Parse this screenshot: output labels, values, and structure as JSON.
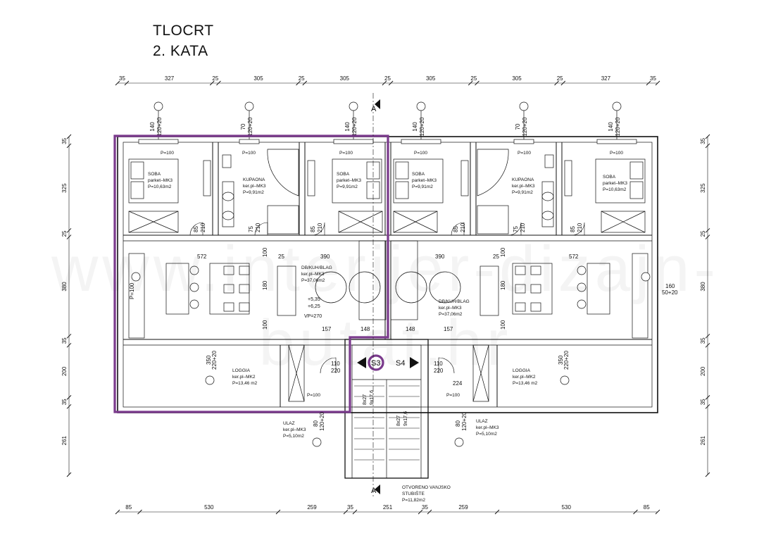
{
  "title": {
    "line1": "TLOCRT",
    "line2": "2. KATA"
  },
  "watermark": "www.interijer-dizajn-butat.hr",
  "colors": {
    "highlight": "#7a3a8c",
    "line": "#111111"
  },
  "dims_top": [
    "35",
    "327",
    "25",
    "305",
    "25",
    "305",
    "25",
    "305",
    "25",
    "305",
    "25",
    "327",
    "35"
  ],
  "dims_bottom": [
    "85",
    "530",
    "259",
    "35",
    "251",
    "35",
    "259",
    "530",
    "85"
  ],
  "dims_left": [
    "35",
    "325",
    "25",
    "380",
    "35",
    "200",
    "35",
    "261"
  ],
  "dims_right": [
    "35",
    "325",
    "25",
    "380",
    "35",
    "200",
    "35",
    "261"
  ],
  "windows_top": [
    {
      "w": "140",
      "h": "120+20"
    },
    {
      "w": "70",
      "h": "120+20"
    },
    {
      "w": "140",
      "h": "120+20"
    },
    {
      "w": "140",
      "h": "120+20"
    },
    {
      "w": "70",
      "h": "120+20"
    },
    {
      "w": "140",
      "h": "120+20"
    }
  ],
  "rooms": {
    "soba_left": {
      "name": "SOBA",
      "floor": "parket–MK3",
      "area": "P=10,63m2"
    },
    "kupaona_left": {
      "name": "KUPAONA",
      "floor": "ker.pl–MK3",
      "area": "P=9,91m2"
    },
    "soba_mid_left": {
      "name": "SOBA",
      "floor": "parket–MK3",
      "area": "P=9,91m2"
    },
    "soba_mid_right": {
      "name": "SOBA",
      "floor": "parket–MK3",
      "area": "P=9,91m2"
    },
    "kupaona_right": {
      "name": "KUPAONA",
      "floor": "ker.pl–MK3",
      "area": "P=9,91m2"
    },
    "soba_right": {
      "name": "SOBA",
      "floor": "parket–MK3",
      "area": "P=10,63m2"
    },
    "dnevni_left": {
      "name": "DB/KUH/BLAG",
      "floor": "ker.pl–MK3",
      "area": "P=37,06m2"
    },
    "dnevni_right": {
      "name": "DB/KUH/BLAG",
      "floor": "ker.pl–MK3",
      "area": "P=37,06m2"
    },
    "loggia_left": {
      "name": "LOGGIA",
      "floor": "ker.pl–MK2",
      "area": "P=13,46  m2"
    },
    "loggia_right": {
      "name": "LOGGIA",
      "floor": "ker.pl–MK2",
      "area": "P=13,46  m2"
    },
    "ulaz_left": {
      "name": "ULAZ",
      "floor": "ker.pl–MK3",
      "area": "P=5,10m2"
    },
    "ulaz_right": {
      "name": "ULAZ",
      "floor": "ker.pl–MK3",
      "area": "P=5,10m2"
    },
    "stubiste": {
      "name1": "OTVORENO VANJSKO",
      "name2": "STUBIŠTE",
      "area": "P=11,82m2"
    }
  },
  "labels": {
    "p100": "P=100",
    "section_a": "A",
    "stair_s3": "S3",
    "stair_s4": "S4",
    "level_plus": "+5,35",
    "level_plus2": "+6,25",
    "vp": "VP=270",
    "d572": "572",
    "d390": "390",
    "d25": "25",
    "d100": "100",
    "d180": "180",
    "d157": "157",
    "d148": "148",
    "d110": "110",
    "d220": "220",
    "d224": "224",
    "d85": "85",
    "d75": "75",
    "d210": "210",
    "d350": "350",
    "d220p20": "220+20",
    "d80": "80",
    "d120p20": "120+20",
    "d160": "160",
    "d50p20": "50+20",
    "stair_a": "8x27",
    "stair_b": "9x17,6"
  }
}
